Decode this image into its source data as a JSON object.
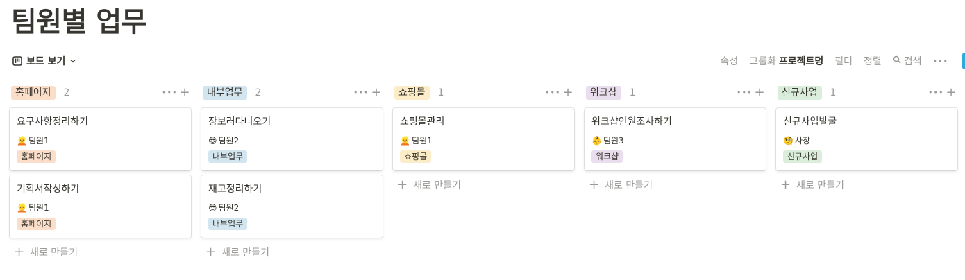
{
  "page": {
    "title": "팀원별 업무"
  },
  "toolbar": {
    "view_label": "보드 보기",
    "properties": "속성",
    "group_prefix": "그룹화",
    "group_value": "프로젝트명",
    "filter": "필터",
    "sort": "정렬",
    "search": "검색",
    "more": "•••"
  },
  "new_label": "새로 만들기",
  "colors": {
    "accent": "#2eaadc"
  },
  "columns": [
    {
      "label": "홈페이지",
      "count": "2",
      "tag_bg": "#fadec9",
      "cards": [
        {
          "title": "요구사항정리하기",
          "emoji": "👱",
          "person": "팀원1",
          "tag": "홈페이지"
        },
        {
          "title": "기획서작성하기",
          "emoji": "👱",
          "person": "팀원1",
          "tag": "홈페이지"
        }
      ]
    },
    {
      "label": "내부업무",
      "count": "2",
      "tag_bg": "#d3e5ef",
      "cards": [
        {
          "title": "장보러다녀오기",
          "emoji": "😎",
          "person": "팀원2",
          "tag": "내부업무"
        },
        {
          "title": "재고정리하기",
          "emoji": "😎",
          "person": "팀원2",
          "tag": "내부업무"
        }
      ]
    },
    {
      "label": "쇼핑몰",
      "count": "1",
      "tag_bg": "#fdecc8",
      "cards": [
        {
          "title": "쇼핑몰관리",
          "emoji": "👱",
          "person": "팀원1",
          "tag": "쇼핑몰"
        }
      ]
    },
    {
      "label": "워크샵",
      "count": "1",
      "tag_bg": "#e8deee",
      "cards": [
        {
          "title": "워크샵인원조사하기",
          "emoji": "👶",
          "person": "팀원3",
          "tag": "워크샵"
        }
      ]
    },
    {
      "label": "신규사업",
      "count": "1",
      "tag_bg": "#dbeddb",
      "cards": [
        {
          "title": "신규사업발굴",
          "emoji": "🧐",
          "person": "사장",
          "tag": "신규사업"
        }
      ]
    }
  ]
}
